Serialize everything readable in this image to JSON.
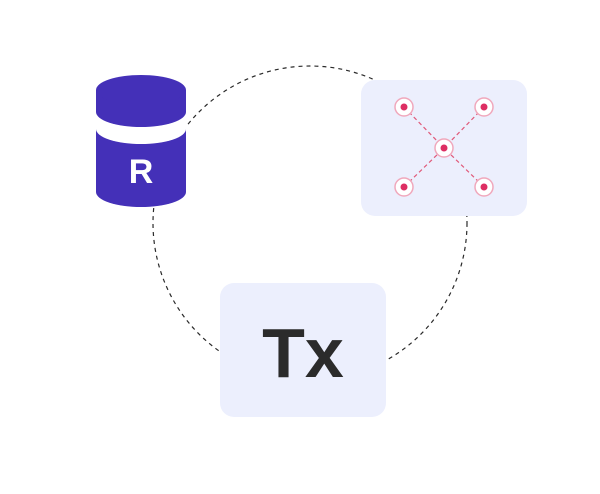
{
  "database": {
    "label": "R",
    "color": "#4430b8",
    "band_color": "#ffffff"
  },
  "network": {
    "card_color": "#eceffd",
    "node_color": "#dd2e63",
    "line_color": "#e05a7a"
  },
  "transaction": {
    "label": "Tx",
    "card_color": "#eceffd",
    "text_color": "#2b2b2b"
  },
  "cycle": {
    "style": "dashed-circle"
  }
}
